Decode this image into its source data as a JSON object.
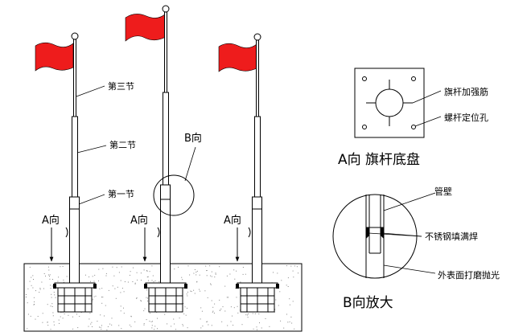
{
  "labels": {
    "section3": "第三节",
    "section2": "第二节",
    "section1": "第一节",
    "b_dir": "B向",
    "a_dir": "A向",
    "a_view_title": "A向  旗杆底盘",
    "b_view_title": "B向放大",
    "rib": "旗杆加强筋",
    "bolt_hole": "螺杆定位孔",
    "pipe_wall": "管壁",
    "weld": "不锈钢填满焊",
    "polish": "外表面打磨抛光"
  },
  "colors": {
    "flag": "#ee1c1c",
    "line": "#000000",
    "background": "#ffffff",
    "ground_speckle": "#888888"
  }
}
